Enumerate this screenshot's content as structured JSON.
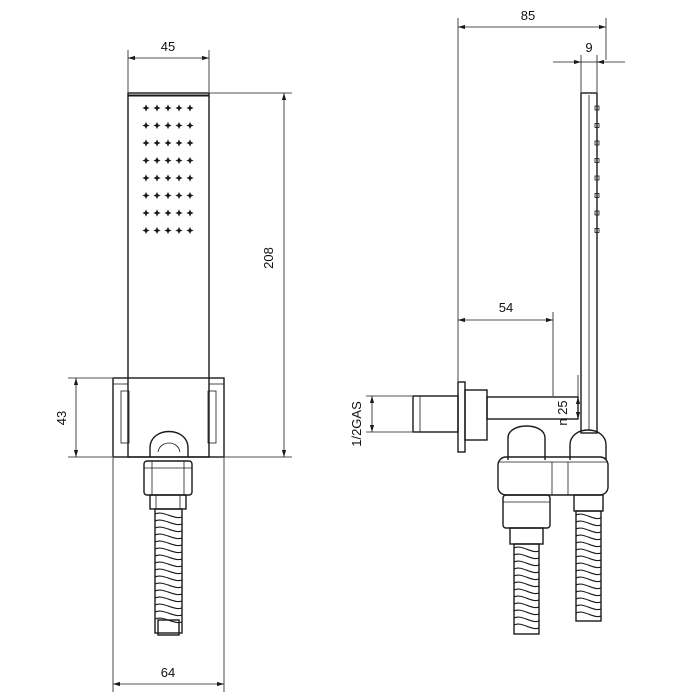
{
  "front_view": {
    "dims": {
      "width_top": "45",
      "height": "208",
      "bracket_height": "43",
      "base_width": "64"
    }
  },
  "side_view": {
    "dims": {
      "total_depth": "85",
      "handle_width": "9",
      "arm_length": "54",
      "diameter": "n 25",
      "thread": "1/2GAS"
    }
  },
  "colors": {
    "line": "#1a1a1a",
    "background": "#ffffff"
  }
}
